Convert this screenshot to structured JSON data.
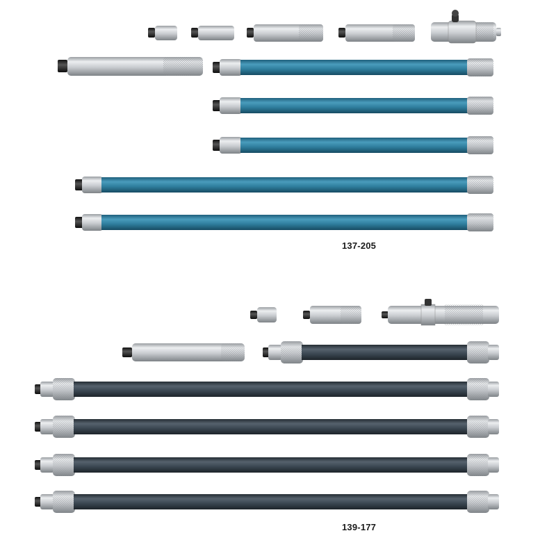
{
  "sets": [
    {
      "id": "set-137-205",
      "model_label": "137-205",
      "rod_color": "#2f7f9e",
      "rod_count": 5,
      "extension_count": 5
    },
    {
      "id": "set-139-177",
      "model_label": "139-177",
      "rod_color": "#3b4752",
      "rod_count": 5,
      "extension_count": 3
    }
  ],
  "colors": {
    "background": "#ffffff",
    "metal": "#d3d6d8",
    "knurl": "#c4c7ca",
    "thread": "#222222"
  }
}
